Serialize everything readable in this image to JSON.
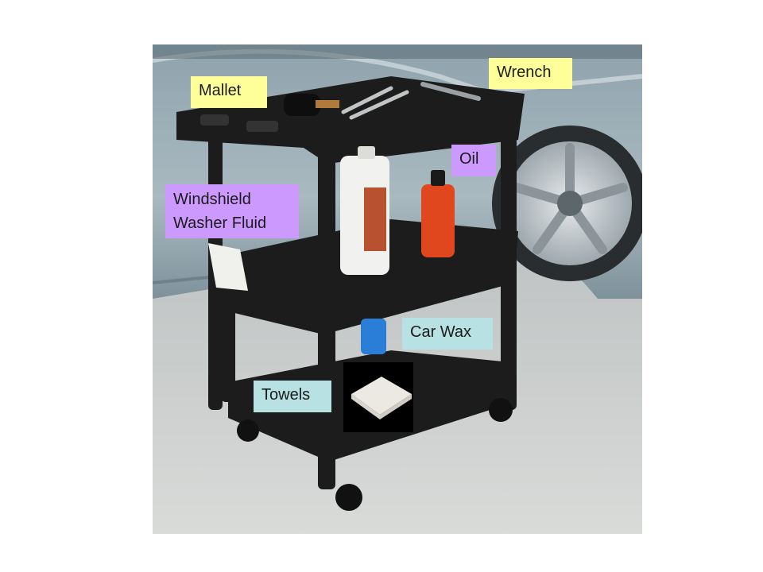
{
  "labels": {
    "mallet": "Mallet",
    "wrench": "Wrench",
    "oil": "Oil",
    "windshield_line1": "Windshield",
    "windshield_line2": "Washer Fluid",
    "car_wax": "Car Wax",
    "towels": "Towels"
  },
  "label_colors": {
    "tools": "#ffff99",
    "fluids": "#cc99ff",
    "cleaning": "#b7e1e2"
  },
  "scene": {
    "subject": "black three-shelf utility cart",
    "background": "silver car in garage"
  }
}
